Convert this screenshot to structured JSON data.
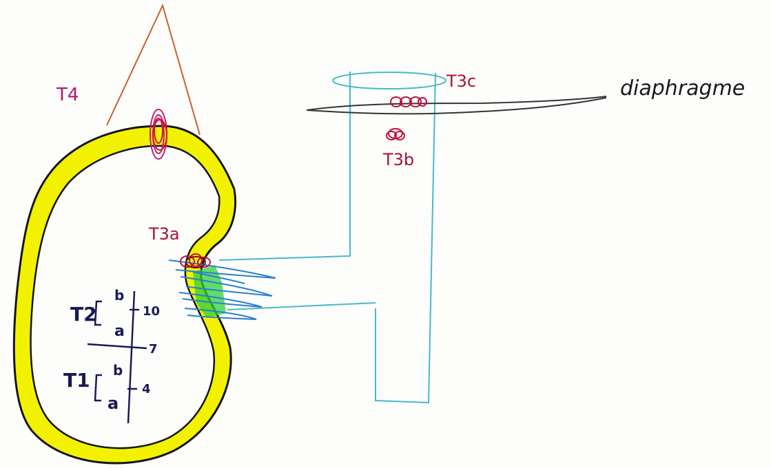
{
  "labels": {
    "t4": "T4",
    "t3a": "T3a",
    "t3b": "T3b",
    "t3c": "T3c",
    "diaphragm": "diaphragme",
    "t2": "T2",
    "t1": "T1",
    "t2_sub_b": "b",
    "t2_sub_a": "a",
    "t1_sub_b": "b",
    "t1_sub_a": "a",
    "scale_10": "10",
    "scale_7": "7",
    "scale_4": "4"
  },
  "colors": {
    "kidney_cortex": "#f2f200",
    "outline": "#141414",
    "vena_cava": "#4ab8c8",
    "renal_vein_hatch": "#2a7fd0",
    "green_patch": "#2fcf3a",
    "tumor_magenta": "#c0207a",
    "tumor_red": "#d0103a",
    "adrenal": "#c8602a",
    "scale": "#1a1a55",
    "label_magenta": "#b0186e"
  }
}
